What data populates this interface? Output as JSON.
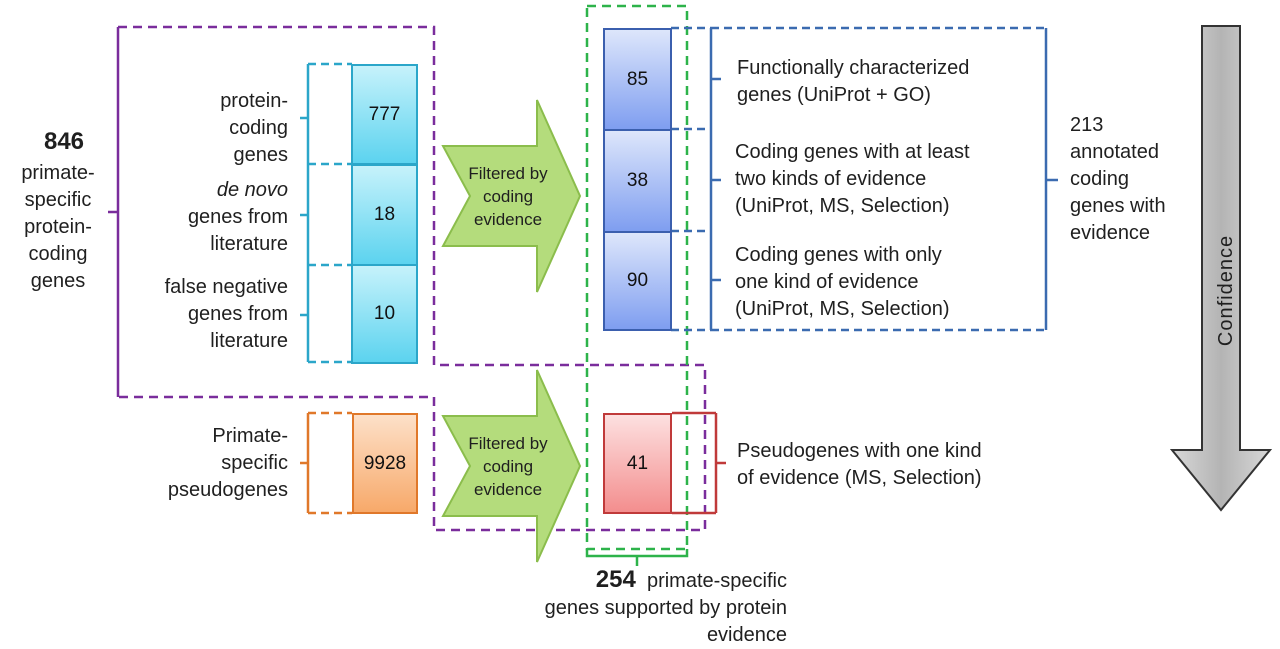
{
  "left_total": {
    "number": "846",
    "label_lines": [
      "primate-",
      "specific",
      "protein-",
      "coding",
      "genes"
    ]
  },
  "sources": [
    {
      "lines": [
        "protein-",
        "coding",
        "genes"
      ],
      "count": "777",
      "italic_line": ""
    },
    {
      "lines": [
        "genes from",
        "literature"
      ],
      "italic_line": "de novo",
      "count": "18"
    },
    {
      "lines": [
        "false negative",
        "genes from",
        "literature"
      ],
      "count": "10",
      "italic_line": ""
    }
  ],
  "pseudo_source": {
    "lines": [
      "Primate-",
      "specific",
      "pseudogenes"
    ],
    "count": "9928"
  },
  "filter": {
    "lines": [
      "Filtered by",
      "coding",
      "evidence"
    ]
  },
  "results": [
    {
      "count": "85",
      "lines": [
        "Functionally characterized",
        "genes (UniProt + GO)"
      ]
    },
    {
      "count": "38",
      "lines": [
        "Coding genes with at least",
        "two kinds of evidence",
        "(UniProt, MS, Selection)"
      ]
    },
    {
      "count": "90",
      "lines": [
        "Coding genes with only",
        "one kind of evidence",
        "(UniProt, MS, Selection)"
      ]
    }
  ],
  "pseudo_result": {
    "count": "41",
    "lines": [
      "Pseudogenes with one kind",
      "of evidence (MS, Selection)"
    ]
  },
  "annotated": {
    "lines": [
      "213",
      "annotated",
      "coding",
      "genes with",
      "evidence"
    ]
  },
  "supported": {
    "number": "254",
    "line1_rest": "primate-specific",
    "lines": [
      "genes supported by protein",
      "evidence"
    ]
  },
  "confidence": "Confidence",
  "colors": {
    "purple": "#7a2d9c",
    "cyan": "#2ba6c9",
    "green": "#2db34a",
    "blue": "#3b6bb0",
    "orange": "#e0782a",
    "red": "#c03a3a",
    "arrow": "#a6d46a"
  }
}
